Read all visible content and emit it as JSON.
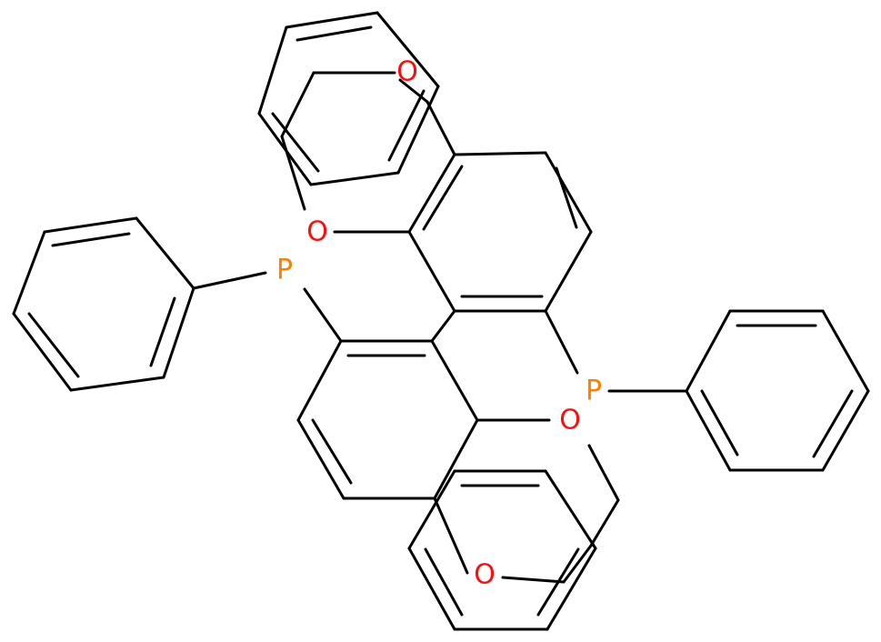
{
  "atoms": {
    "O1": {
      "element": "O",
      "label": "O",
      "color": "#ff0d0d"
    },
    "O2": {
      "element": "O",
      "label": "O",
      "color": "#ff0d0d"
    },
    "O3": {
      "element": "O",
      "label": "O",
      "color": "#ff0d0d"
    },
    "O4": {
      "element": "O",
      "label": "O",
      "color": "#ff0d0d"
    },
    "P1": {
      "element": "P",
      "label": "P",
      "color": "#ff8000"
    },
    "P2": {
      "element": "P",
      "label": "P",
      "color": "#ff8000"
    }
  },
  "colors": {
    "bond": "#000000",
    "background": "#ffffff"
  }
}
